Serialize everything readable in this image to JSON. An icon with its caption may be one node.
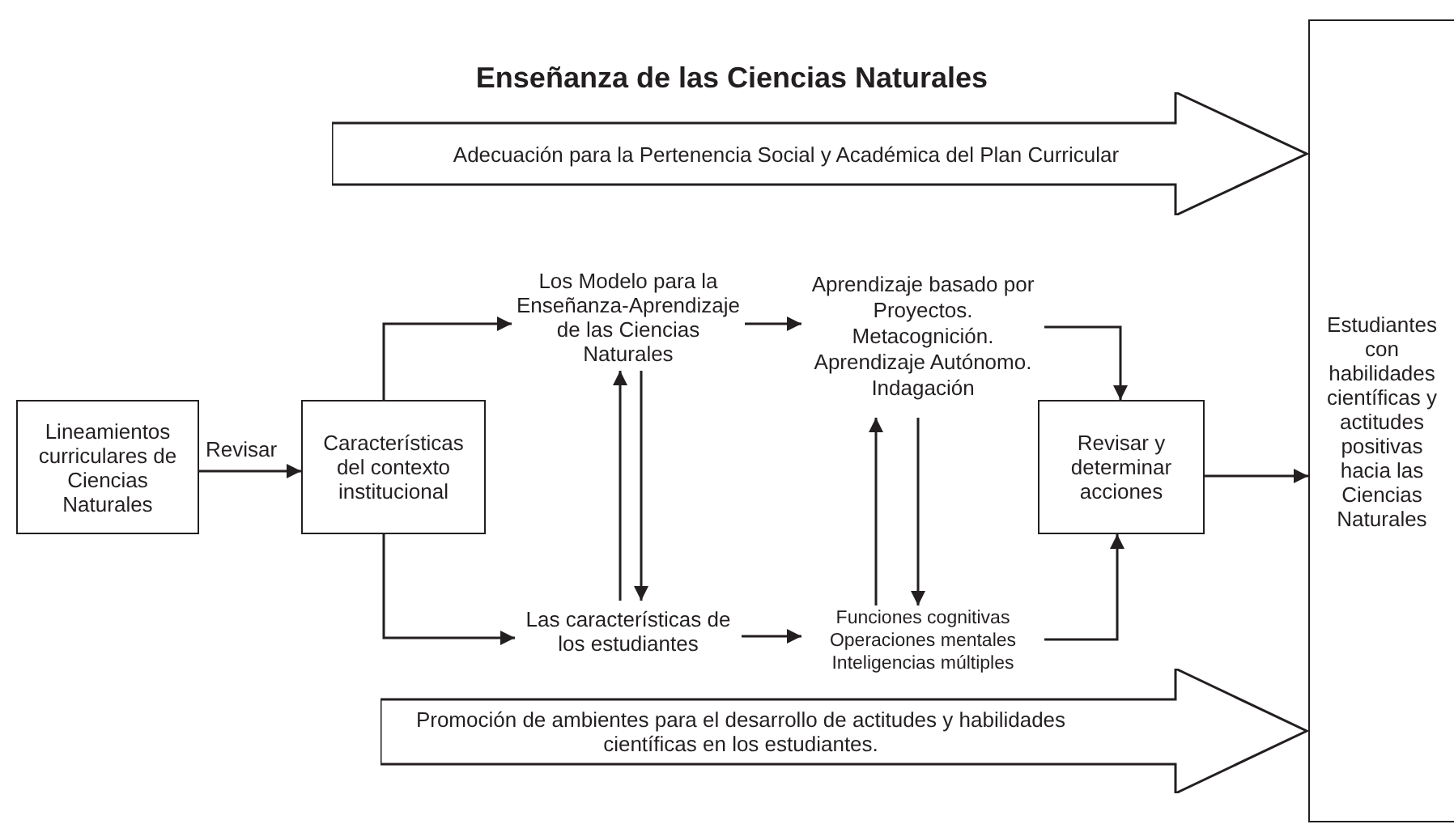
{
  "diagram": {
    "title": "Enseñanza de las Ciencias Naturales",
    "nodes": [
      {
        "text": [
          "Adecuación para la Pertenencia Social y Académica del Plan Curricular"
        ]
      },
      {
        "text": [
          "Lineamientos curriculares de Ciencias Naturales"
        ]
      },
      {
        "text": [
          "Características del contexto institucional"
        ]
      },
      {
        "text": [
          "Los Modelo para la Enseñanza-Aprendizaje de las Ciencias Naturales"
        ]
      },
      {
        "text": [
          "Aprendizaje basado por Proyectos. Metacognición. Aprendizaje Autónomo. Indagación"
        ]
      },
      {
        "text": [
          "Revisar y determinar acciones"
        ]
      },
      {
        "text": [
          "Estudiantes con habilidades científicas y actitudes positivas hacia las Ciencias Naturales"
        ]
      },
      {
        "text": [
          "Las características de los estudiantes"
        ]
      },
      {
        "text": [
          "Funciones cognitivas Operaciones mentales Inteligencias múltiples"
        ]
      },
      {
        "text": [
          "Promoción de ambientes para el desarrollo de actitudes y habilidades científicas en los estudiantes."
        ]
      }
    ],
    "edges": [
      {
        "from": 1,
        "to": 2,
        "arrow": "to",
        "label": "Revisar"
      },
      {
        "from": 2,
        "to": 3,
        "arrow": "to"
      },
      {
        "from": 2,
        "to": 7,
        "arrow": "to"
      },
      {
        "from": 3,
        "to": 4,
        "arrow": "to"
      },
      {
        "from": 7,
        "to": 3,
        "arrow": "to"
      },
      {
        "from": 3,
        "to": 7,
        "arrow": "to"
      },
      {
        "from": 4,
        "to": 5,
        "arrow": "to"
      },
      {
        "from": 8,
        "to": 4,
        "arrow": "to"
      },
      {
        "from": 4,
        "to": 8,
        "arrow": "to"
      },
      {
        "from": 7,
        "to": 8,
        "arrow": "to"
      },
      {
        "from": 8,
        "to": 5,
        "arrow": "to"
      },
      {
        "from": 5,
        "to": 6,
        "arrow": "to"
      }
    ]
  }
}
